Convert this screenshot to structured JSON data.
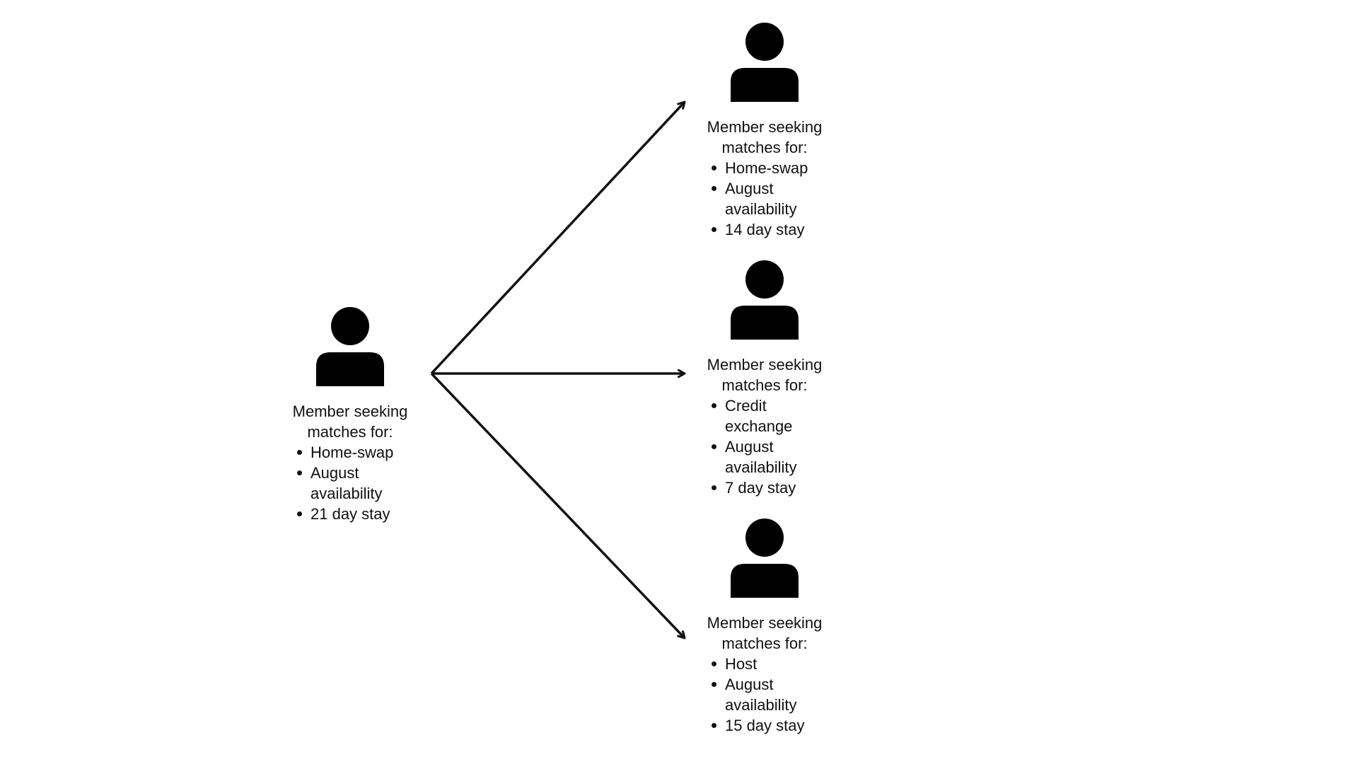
{
  "members": [
    {
      "id": "source",
      "caption": "Member seeking matches for:",
      "items": [
        "Home-swap",
        "August availability",
        "21 day stay"
      ]
    },
    {
      "id": "match-1",
      "caption": "Member seeking matches for:",
      "items": [
        "Home-swap",
        "August availability",
        "14 day stay"
      ]
    },
    {
      "id": "match-2",
      "caption": "Member seeking matches for:",
      "items": [
        "Credit exchange",
        "August availability",
        "7 day stay"
      ]
    },
    {
      "id": "match-3",
      "caption": "Member seeking matches for:",
      "items": [
        "Host",
        "August availability",
        "15 day stay"
      ]
    }
  ],
  "colors": {
    "ink": "#111111",
    "background": "#ffffff"
  },
  "icons": {
    "member": "person-icon",
    "connector": "arrow-right-icon"
  }
}
